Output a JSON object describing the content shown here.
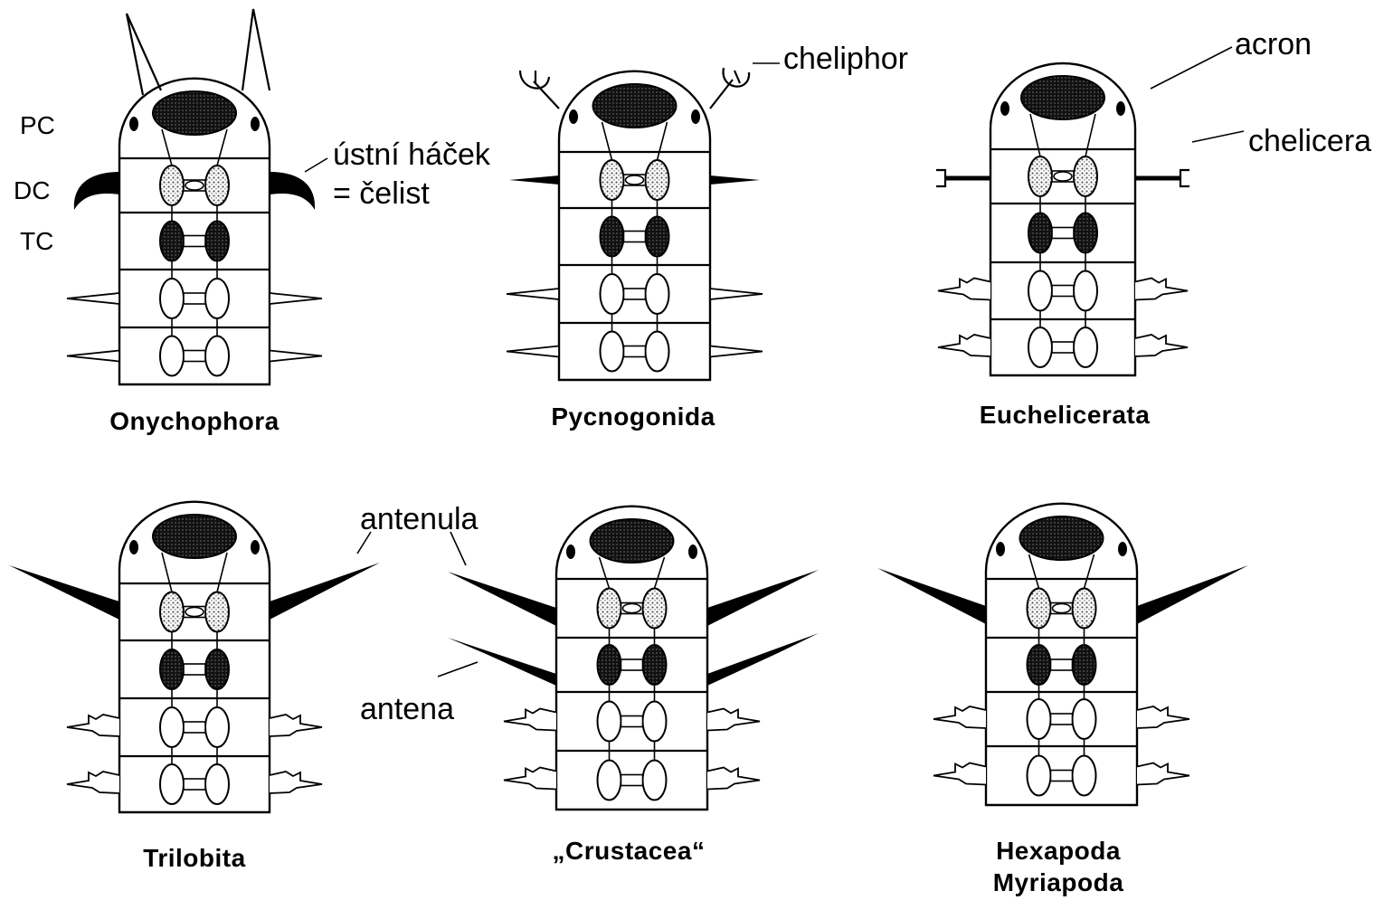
{
  "segment_labels": {
    "pc": "PC",
    "dc": "DC",
    "tc": "TC"
  },
  "taxa": {
    "onychophora": "Onychophora",
    "pycnogonida": "Pycnogonida",
    "euchelicerata": "Euchelicerata",
    "trilobita": "Trilobita",
    "crustacea": "„Crustacea“",
    "hexapoda": "Hexapoda",
    "myriapoda": "Myriapoda"
  },
  "annotations": {
    "ustni_hacek": "ústní háček",
    "celist": "= čelist",
    "cheliphor": "cheliphor",
    "acron": "acron",
    "chelicera": "chelicera",
    "antenula": "antenula",
    "antena": "antena"
  },
  "colors": {
    "ink": "#000000",
    "paper": "#ffffff",
    "stipple": "#bbbbbb"
  }
}
